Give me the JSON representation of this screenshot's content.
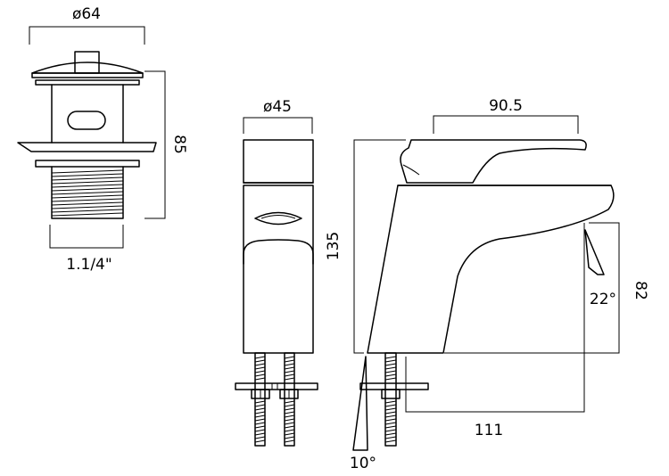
{
  "dimensions": {
    "waste_diameter": "ø64",
    "waste_height": "85",
    "waste_thread": "1.1/4\"",
    "body_diameter": "ø45",
    "lever_reach": "90.5",
    "tap_height": "135",
    "spout_height": "82",
    "spout_angle": "22°",
    "spout_projection": "111",
    "tilt_angle": "10°"
  },
  "colors": {
    "line": "#000000",
    "background": "#ffffff"
  }
}
